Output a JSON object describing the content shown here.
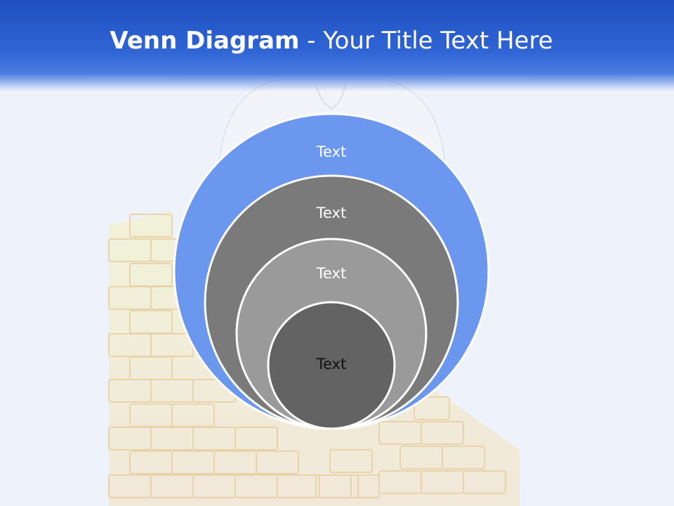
{
  "title": {
    "bold": "Venn Diagram",
    "rest": " - Your Title Text Here"
  },
  "circles": [
    {
      "label": "Text",
      "color": "#6b97ee",
      "text_color": "#ffffff"
    },
    {
      "label": "Text",
      "color": "#7a7a7a",
      "text_color": "#ffffff"
    },
    {
      "label": "Text",
      "color": "#9a9a9a",
      "text_color": "#ffffff"
    },
    {
      "label": "Text",
      "color": "#636363",
      "text_color": "#111111"
    }
  ],
  "colors": {
    "header": "#2f64d4",
    "background": "#eef2fb",
    "circle_stroke": "#ffffff"
  }
}
